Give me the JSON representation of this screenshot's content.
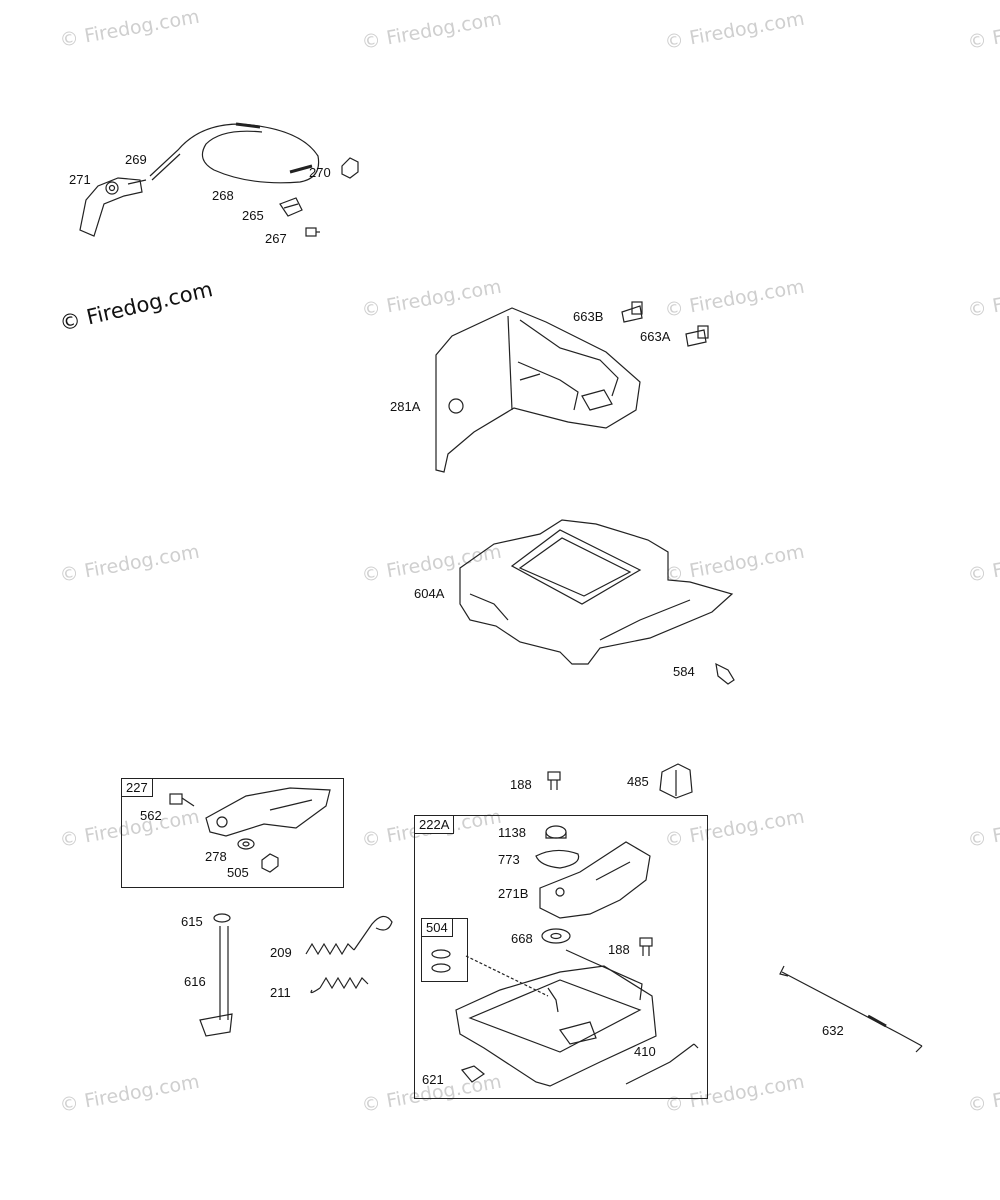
{
  "watermark": {
    "text": "© Firedog.com",
    "prominent_text": "© Firedog.com"
  },
  "group_tags": {
    "g227": "227",
    "g222A": "222A",
    "g504": "504"
  },
  "labels": {
    "p271": "271",
    "p269": "269",
    "p268": "268",
    "p270": "270",
    "p265": "265",
    "p267": "267",
    "p663B": "663B",
    "p663A": "663A",
    "p281A": "281A",
    "p604A": "604A",
    "p584": "584",
    "p562": "562",
    "p278": "278",
    "p505": "505",
    "p188a": "188",
    "p485": "485",
    "p1138": "1138",
    "p773": "773",
    "p271B": "271B",
    "p668": "668",
    "p188b": "188",
    "p615": "615",
    "p616": "616",
    "p209": "209",
    "p211": "211",
    "p632": "632",
    "p410": "410",
    "p621": "621"
  },
  "colors": {
    "line": "#222222",
    "watermark": "#cfcfcf"
  }
}
